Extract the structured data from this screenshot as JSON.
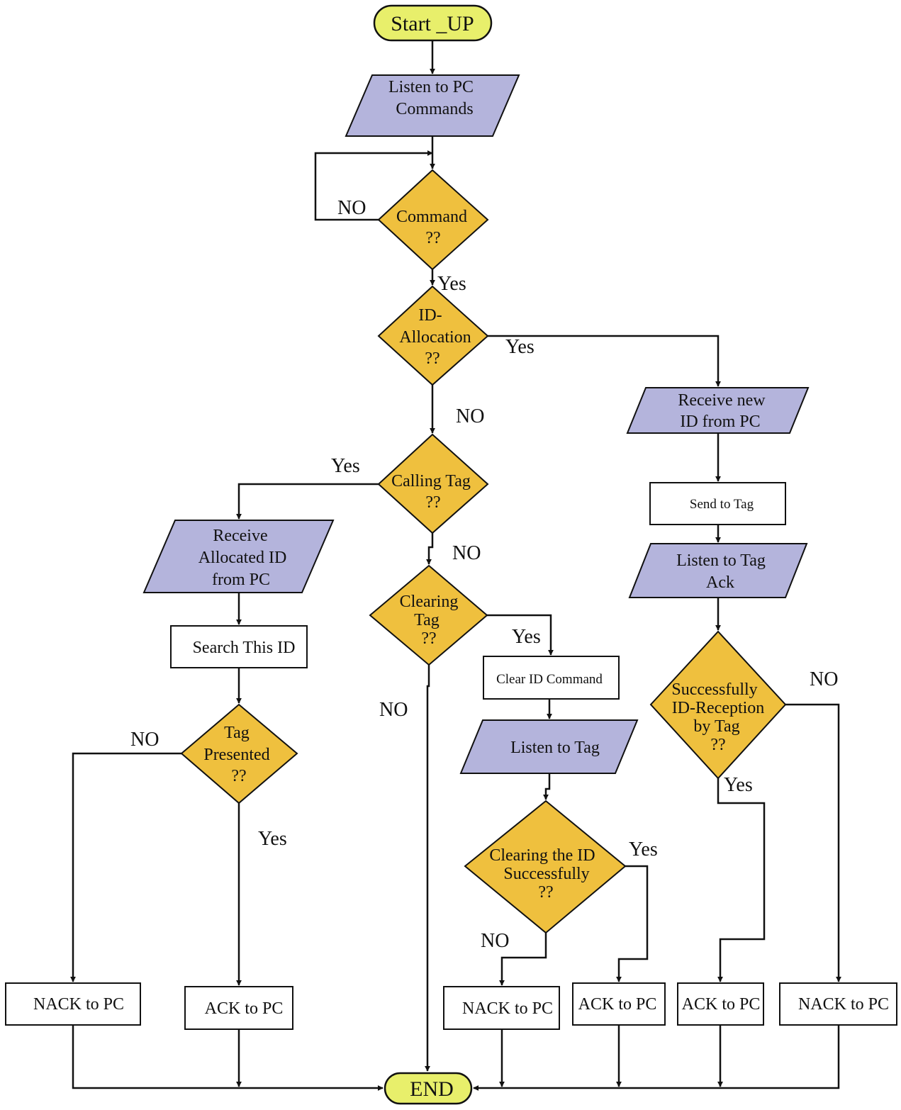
{
  "colors": {
    "terminal": "#e8ef6b",
    "io": "#b4b4dc",
    "decision": "#efc03e",
    "process": "#ffffff",
    "line": "#111111"
  },
  "nodes": {
    "start": [
      "Start _UP"
    ],
    "listen_pc": [
      "Listen to PC",
      "Commands"
    ],
    "command": [
      "Command",
      "??"
    ],
    "id_allocation": [
      "ID-",
      "Allocation",
      "??"
    ],
    "calling_tag": [
      "Calling Tag",
      "??"
    ],
    "clearing_tag": [
      "Clearing",
      "Tag",
      "??"
    ],
    "receive_new_id": [
      "Receive new",
      "ID from PC"
    ],
    "send_to_tag": [
      "Send to Tag"
    ],
    "listen_tag_ack": [
      "Listen to Tag",
      "Ack"
    ],
    "successfully_id": [
      "Successfully",
      "ID-Reception",
      "by Tag",
      "??"
    ],
    "receive_allocated": [
      "Receive",
      "Allocated ID",
      "from PC"
    ],
    "search_id": [
      "Search This ID"
    ],
    "tag_presented": [
      "Tag",
      "Presented",
      "??"
    ],
    "clear_id_command": [
      "Clear ID Command"
    ],
    "listen_to_tag": [
      "Listen to Tag"
    ],
    "clearing_id_ok": [
      "Clearing the ID",
      "Successfully",
      "??"
    ],
    "nack1": [
      "NACK to PC"
    ],
    "ack1": [
      "ACK to PC"
    ],
    "nack2": [
      "NACK to PC"
    ],
    "ack2": [
      "ACK to PC"
    ],
    "ack3": [
      "ACK to PC"
    ],
    "nack3": [
      "NACK to PC"
    ],
    "end": [
      "END"
    ]
  },
  "edge_labels": {
    "command_no": "NO",
    "command_yes": "Yes",
    "idalloc_yes": "Yes",
    "idalloc_no": "NO",
    "calling_yes": "Yes",
    "calling_no": "NO",
    "clearing_yes": "Yes",
    "clearing_no": "NO",
    "tagpres_no": "NO",
    "tagpres_yes": "Yes",
    "clearok_yes": "Yes",
    "clearok_no": "NO",
    "success_no": "NO",
    "success_yes": "Yes"
  }
}
